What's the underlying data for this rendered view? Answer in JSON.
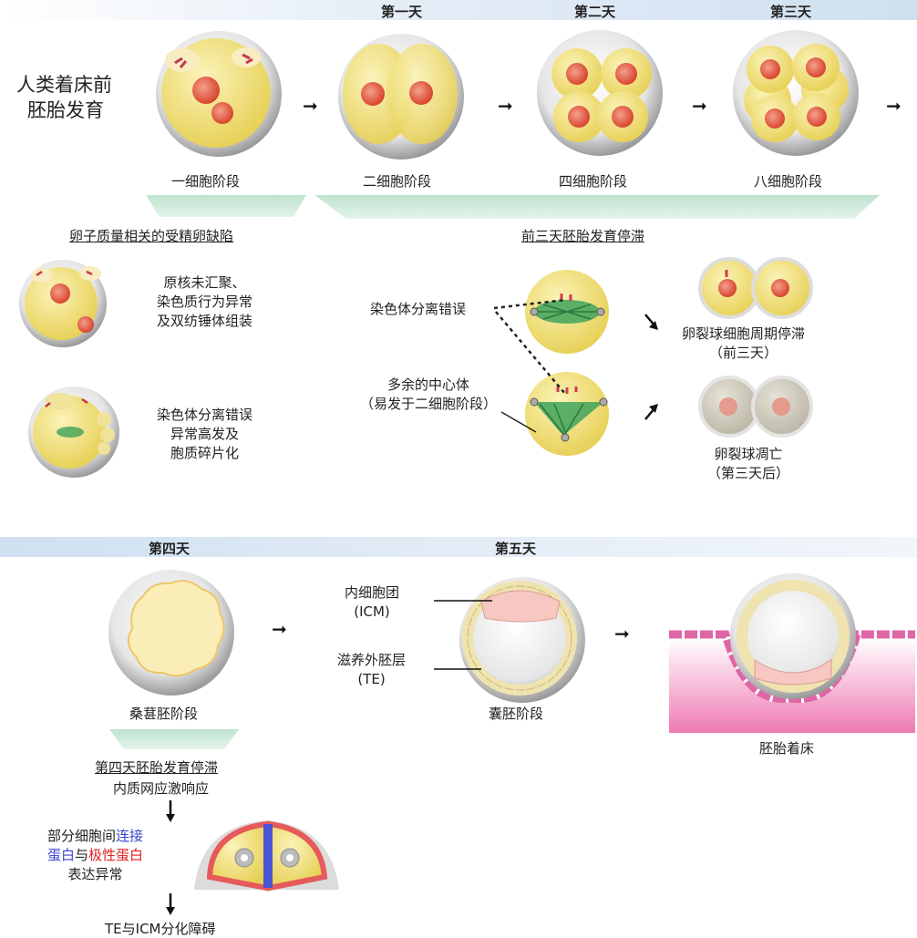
{
  "days": {
    "day1": "第一天",
    "day2": "第二天",
    "day3": "第三天",
    "day4": "第四天",
    "day5": "第五天"
  },
  "title": {
    "line1": "人类着床前",
    "line2": "胚胎发育"
  },
  "stages": {
    "one_cell": "一细胞阶段",
    "two_cell": "二细胞阶段",
    "four_cell": "四细胞阶段",
    "eight_cell": "八细胞阶段",
    "morula": "桑葚胚阶段",
    "blastocyst": "囊胚阶段",
    "implantation": "胚胎着床"
  },
  "defects": {
    "oocyte_header": "卵子质量相关的受精卵缺陷",
    "arrest_header": "前三天胚胎发育停滞",
    "d1": {
      "l1": "原核未汇聚、",
      "l2": "染色质行为异常",
      "l3": "及双纺锤体组装"
    },
    "d2": {
      "l1": "染色体分离错误",
      "l2": "异常高发及",
      "l3": "胞质碎片化"
    },
    "missegregation": "染色体分离错误",
    "centrosome": {
      "l1": "多余的中心体",
      "l2": "（易发于二细胞阶段）"
    },
    "cycle_arrest": {
      "l1": "卵裂球细胞周期停滞",
      "l2": "（前三天）"
    },
    "apoptosis": {
      "l1": "卵裂球凋亡",
      "l2": "（第三天后）"
    }
  },
  "blastocyst_parts": {
    "icm": {
      "l1": "内细胞团",
      "l2": "(ICM)"
    },
    "te": {
      "l1": "滋养外胚层",
      "l2": "(TE)"
    }
  },
  "day4_arrest": {
    "header": "第四天胚胎发育停滞",
    "er_stress": "内质网应激响应",
    "connexin": {
      "p1": "部分细胞间",
      "p2": "连接",
      "p3": "蛋白",
      "p4": "与",
      "p5": "极性蛋白",
      "p6": "表达异常"
    },
    "differentiation": "TE与ICM分化障碍"
  },
  "colors": {
    "connexin": "#3a44c8",
    "polarity": "#e02020",
    "cytoplasm": "#f3e37a",
    "nucleus": "#e0604a",
    "spindle": "#3fa35a",
    "uterus": "#f07ab4"
  }
}
